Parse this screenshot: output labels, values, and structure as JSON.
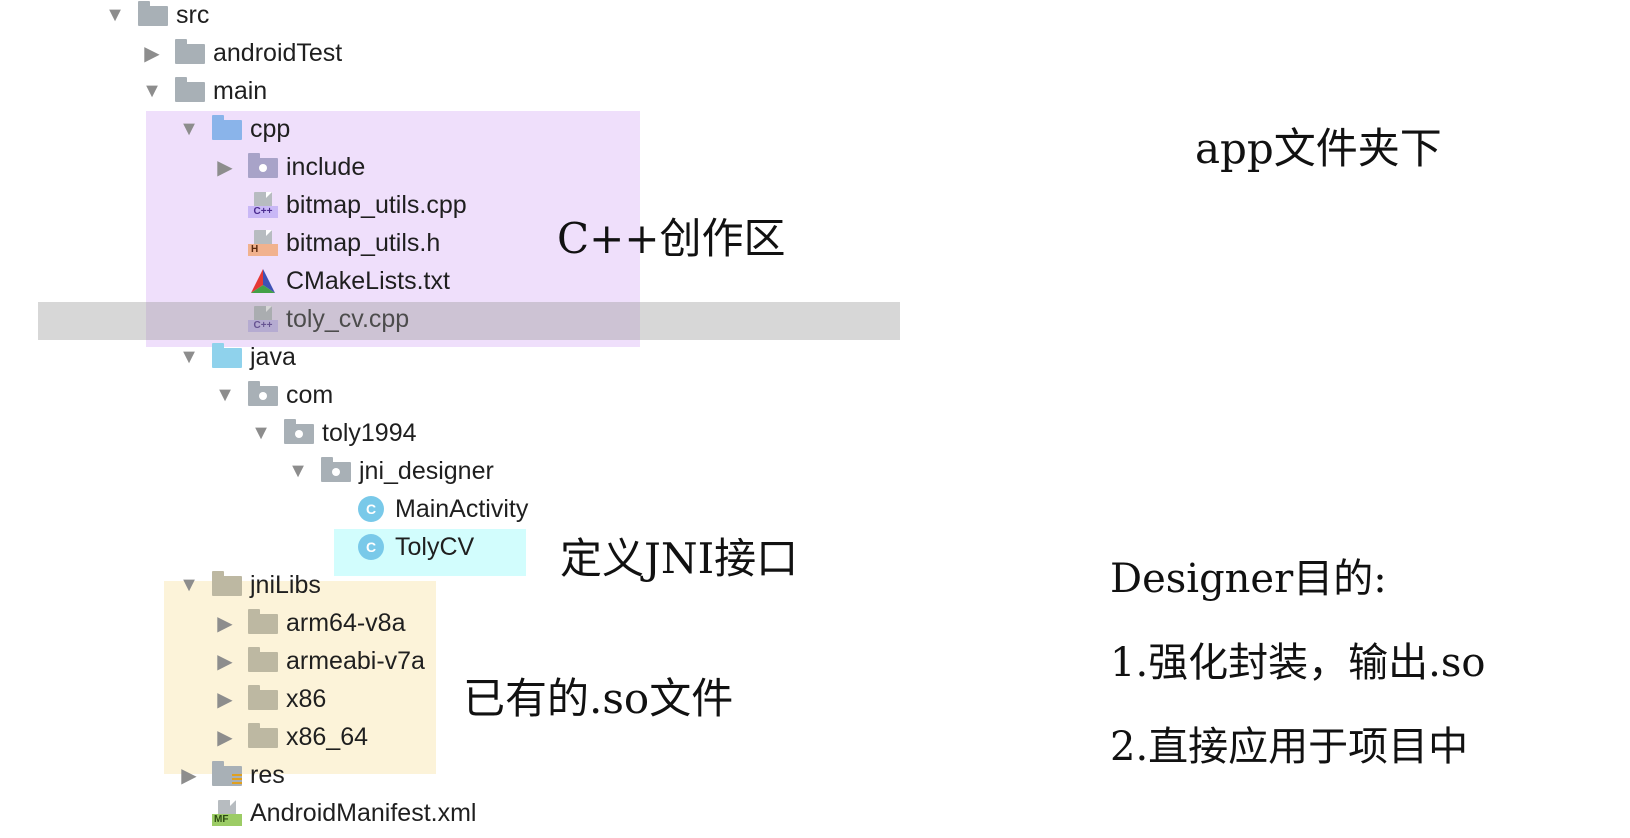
{
  "tree": {
    "src": "src",
    "androidTest": "androidTest",
    "main": "main",
    "cpp": "cpp",
    "include": "include",
    "bitmap_utils_cpp": "bitmap_utils.cpp",
    "bitmap_utils_h": "bitmap_utils.h",
    "cmakelists": "CMakeLists.txt",
    "toly_cv_cpp": "toly_cv.cpp",
    "java": "java",
    "com": "com",
    "toly1994": "toly1994",
    "jni_designer": "jni_designer",
    "main_activity": "MainActivity",
    "toly_cv": "TolyCV",
    "jnilibs": "jniLibs",
    "arm64": "arm64-v8a",
    "armeabi": "armeabi-v7a",
    "x86": "x86",
    "x86_64": "x86_64",
    "res": "res",
    "manifest": "AndroidManifest.xml"
  },
  "icons": {
    "cpp_tag": "C++",
    "h_tag": "H",
    "mf_tag": "MF",
    "class_letter": "C"
  },
  "annotations": {
    "app_folder": "app文件夹下",
    "cpp_area": "C++创作区",
    "jni_interface": "定义JNI接口",
    "existing_so": "已有的.so文件",
    "designer_goal": "Designer目的:",
    "goal_1": "1.强化封装，输出.so",
    "goal_2": "2.直接应用于项目中"
  },
  "colors": {
    "cpp_highlight": "#efdffb",
    "selection": "#d0d0d0",
    "jni_interface_highlight": "#d2fdfd",
    "jnilibs_highlight": "#fcf3d9"
  }
}
